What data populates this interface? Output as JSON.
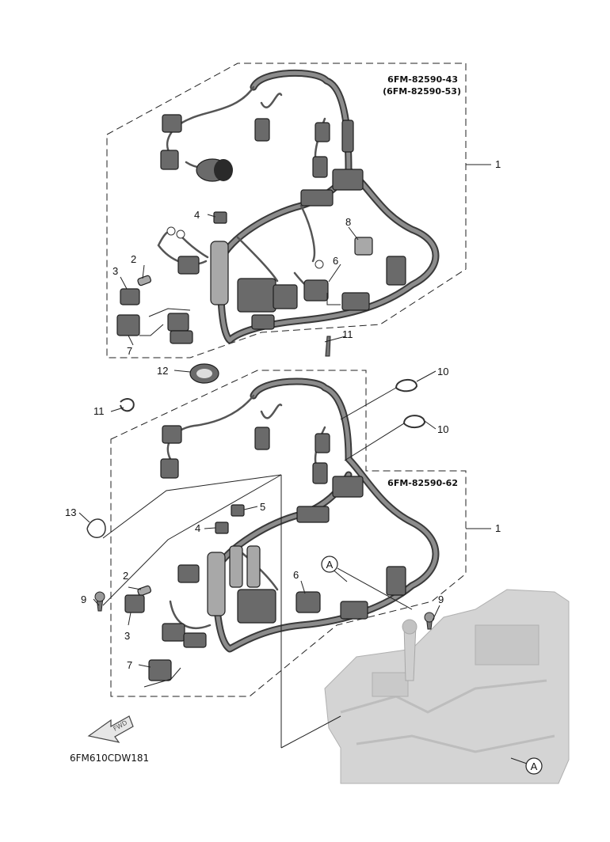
{
  "header": {
    "assembly_a_number": "6FM-82590-43",
    "assembly_a_alt_number": "(6FM-82590-53)",
    "assembly_b_number": "6FM-82590-62",
    "drawing_code": "6FM610CDW181"
  },
  "callouts": {
    "top": [
      "1",
      "2",
      "3",
      "4",
      "6",
      "7",
      "8"
    ],
    "middle": [
      "10",
      "11",
      "11",
      "12",
      "10"
    ],
    "bottom": [
      "1",
      "2",
      "3",
      "4",
      "5",
      "6",
      "7",
      "9",
      "9",
      "13"
    ],
    "ref_marks": [
      "A",
      "A"
    ]
  },
  "fwd_arrow_label": "FWD",
  "colors": {
    "line": "#222222",
    "harness": "#3a3a3a",
    "engine_block": "#d4d4d4"
  }
}
